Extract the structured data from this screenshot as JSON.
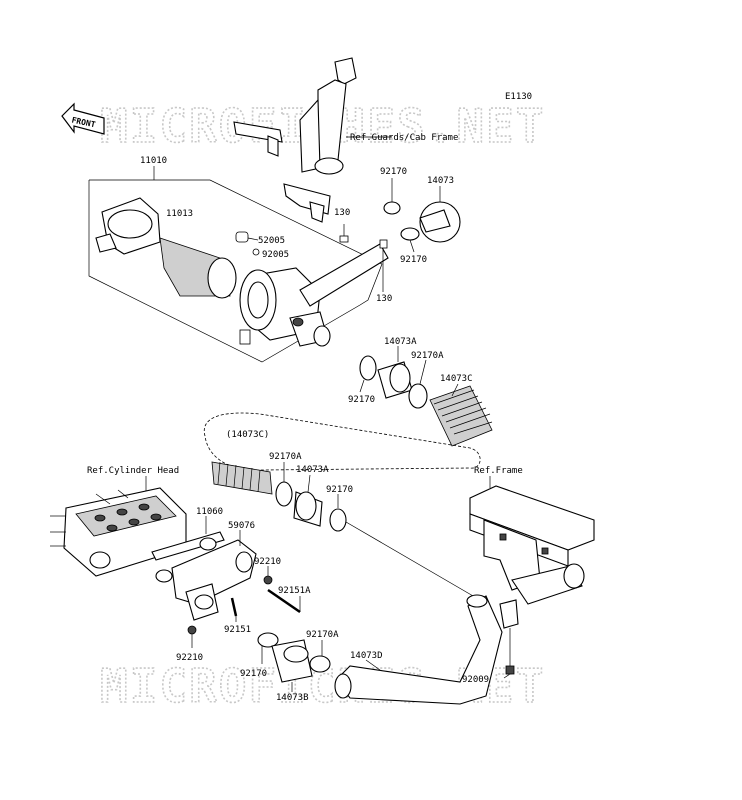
{
  "diagram_code": "E1130",
  "front_indicator": "FRONT",
  "watermark": "MICROFICHES.NET",
  "references": {
    "guards_cab_frame": "Ref.Guards/Cab Frame",
    "cylinder_head": "Ref.Cylinder Head",
    "frame": "Ref.Frame"
  },
  "parts": [
    "11010",
    "11013",
    "52005",
    "92005",
    "130",
    "130",
    "92170",
    "14073",
    "92170",
    "14073A",
    "92170A",
    "14073C",
    "92170",
    "(14073C)",
    "92170A",
    "14073A",
    "92170",
    "11060",
    "59076",
    "92210",
    "92151A",
    "92151",
    "92210",
    "92170A",
    "14073D",
    "92170",
    "14073B",
    "92009"
  ]
}
